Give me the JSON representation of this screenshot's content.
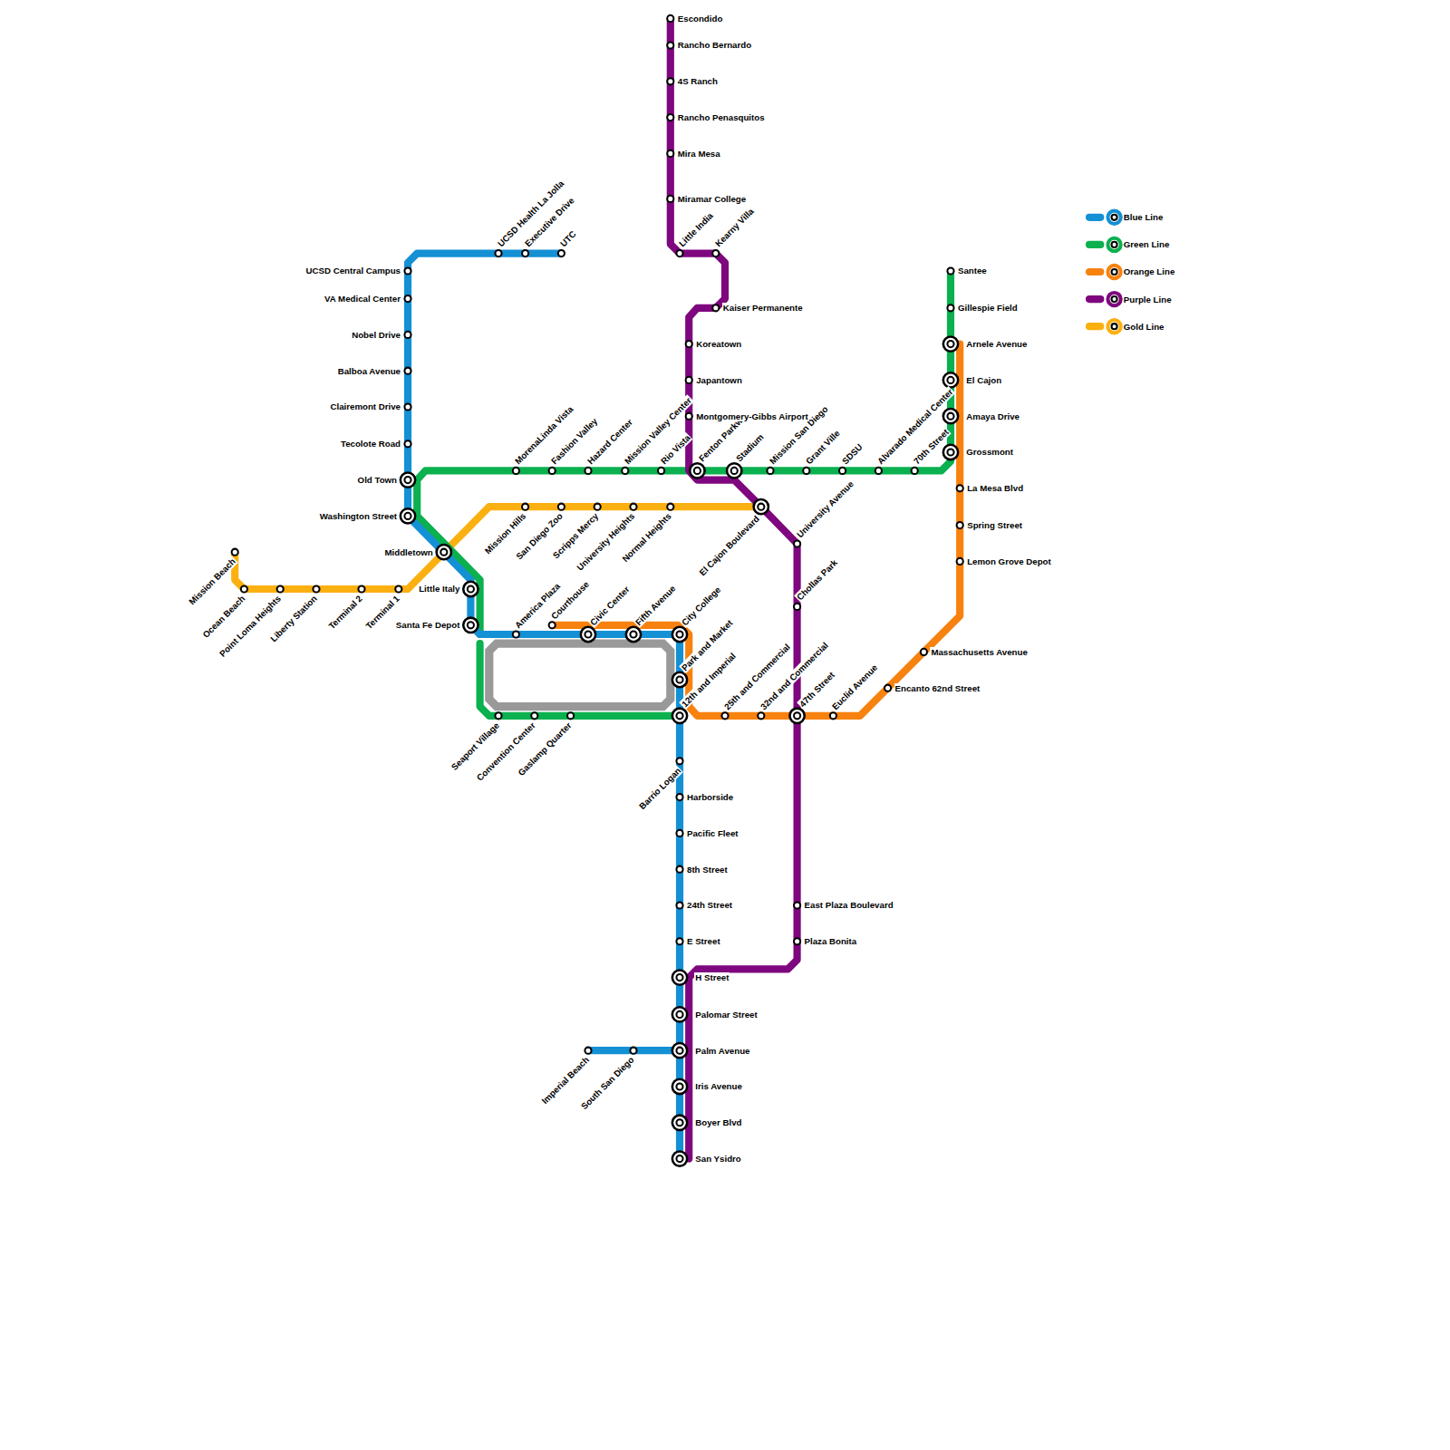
{
  "diagram": {
    "labels": [
      "UTC",
      "Executive Drive",
      "UCSD Health La Jolla",
      "UCSD Central Campus",
      "VA Medical Center",
      "Nobel Drive",
      "Balboa Avenue",
      "Clairemont Drive",
      "Tecolote Road",
      "Old Town",
      "Washington Street",
      "Middletown",
      "Little Italy",
      "Santa Fe Depot",
      "America Plaza",
      "Courthouse",
      "Civic Center",
      "Fifth Avenue",
      "City College",
      "Park and Market",
      "12th and Imperial",
      "Barrio Logan",
      "Harborside",
      "Pacific Fleet",
      "8th Street",
      "24th Street",
      "E Street",
      "H Street",
      "Palomar Street",
      "Palm Avenue",
      "Iris Avenue",
      "Boyer Blvd",
      "San Ysidro",
      "Imperial Beach",
      "South San Diego",
      "Santee",
      "Gillespie Field",
      "Arnele Avenue",
      "El Cajon",
      "Amaya Drive",
      "Grossmont",
      "70th Street",
      "Alvarado Medical Center",
      "SDSU",
      "Grant Ville",
      "Mission San Diego",
      "Stadium",
      "Fenton Parkway",
      "Rio Vista",
      "Mission Valley Center",
      "Hazard Center",
      "Fashion Valley",
      "MorenaLinda Vista",
      "Seaport Village",
      "Convention Center",
      "Gaslamp Quarter",
      "La Mesa Blvd",
      "Spring Street",
      "Lemon Grove Depot",
      "Massachusetts Avenue",
      "Encanto 62nd Street",
      "Euclid Avenue",
      "47th Street",
      "32nd and Commercial",
      "25th and Commercial",
      "Escondido",
      "Rancho Bernardo",
      "4S Ranch",
      "Rancho Penasquitos",
      "Mira Mesa",
      "Miramar College",
      "Little India",
      "Kearny Villa",
      "Kaiser Permanente",
      "Koreatown",
      "Japantown",
      "Montgomery-Gibbs Airport",
      "University Avenue",
      "Chollas Park",
      "East Plaza Boulevard",
      "Plaza Bonita",
      "Mission Beach",
      "Ocean Beach",
      "Point Loma Heights",
      "Liberty Station",
      "Terminal 2",
      "Terminal 1",
      "Mission Hills",
      "San Diego Zoo",
      "Scripps Mercy",
      "University Heights",
      "Normal Heights",
      "El Cajon Boulevard"
    ],
    "legend": [
      {
        "text": "Blue Line",
        "color": "#1490d4"
      },
      {
        "text": "Green Line",
        "color": "#0bb04f"
      },
      {
        "text": "Orange Line",
        "color": "#f7820f"
      },
      {
        "text": "Purple Line",
        "color": "#7e067e"
      },
      {
        "text": "Gold Line",
        "color": "#fbb011"
      }
    ]
  }
}
